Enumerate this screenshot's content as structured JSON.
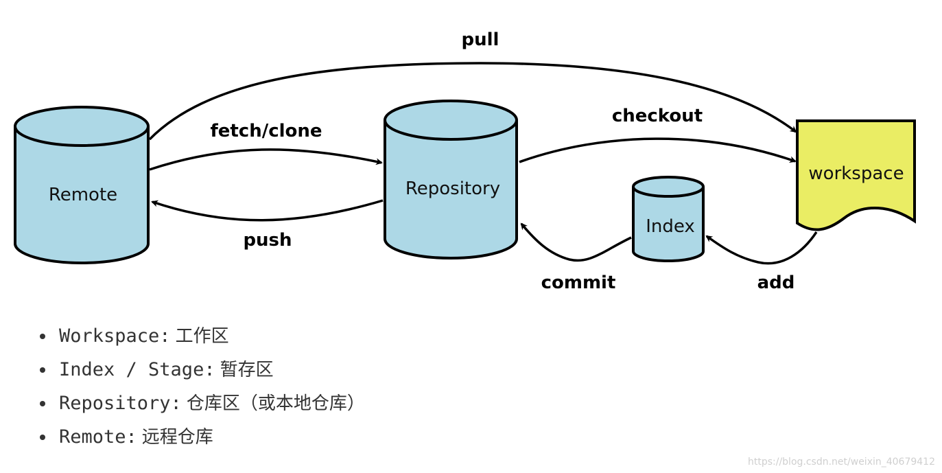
{
  "nodes": {
    "remote": "Remote",
    "repository": "Repository",
    "index": "Index",
    "workspace": "workspace"
  },
  "edges": {
    "pull": "pull",
    "fetch_clone": "fetch/clone",
    "push": "push",
    "checkout": "checkout",
    "commit": "commit",
    "add": "add"
  },
  "colors": {
    "storage_fill": "#add8e6",
    "workspace_fill": "#eaed64",
    "stroke": "#000000"
  },
  "legend": [
    {
      "term": "Workspace:",
      "desc": "工作区"
    },
    {
      "term": "Index / Stage:",
      "desc": "暂存区"
    },
    {
      "term": "Repository:",
      "desc": "仓库区（或本地仓库）"
    },
    {
      "term": "Remote:",
      "desc": "远程仓库"
    }
  ],
  "watermark": "https://blog.csdn.net/weixin_40679412"
}
